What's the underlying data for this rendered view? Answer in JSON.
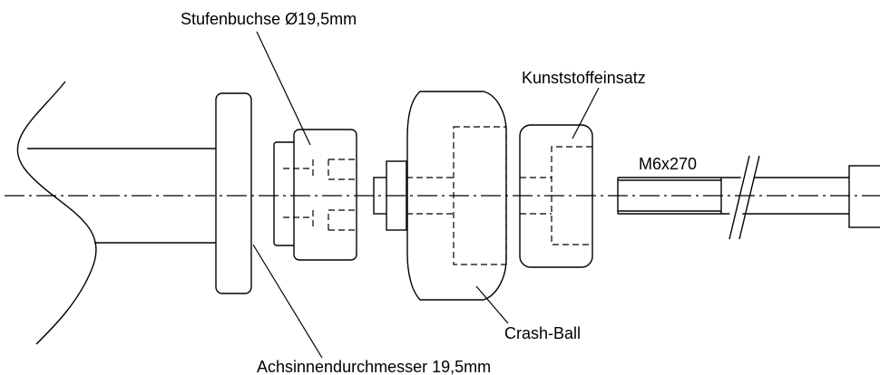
{
  "labels": {
    "stufenbuchse": "Stufenbuchse Ø19,5mm",
    "kunststoffeinsatz": "Kunststoffeinsatz",
    "thread": "M6x270",
    "crash_ball": "Crash-Ball",
    "achsinnen": "Achsinnendurchmesser 19,5mm"
  },
  "colors": {
    "line": "#000000",
    "background": "#ffffff"
  }
}
